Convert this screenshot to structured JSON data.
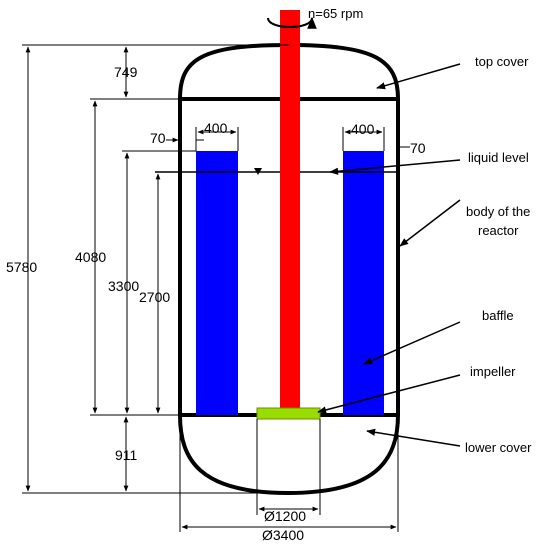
{
  "labels": {
    "speed": "n=65 rpm",
    "top_cover": "top cover",
    "liquid_level": "liquid level",
    "body_line1": "body of the",
    "body_line2": "reactor",
    "baffle": "baffle",
    "impeller": "impeller",
    "lower_cover": "lower cover"
  },
  "dimensions": {
    "total_height": "5780",
    "top_cover_height": "749",
    "body_height": "4080",
    "baffle_height": "3300",
    "liquid_height": "2700",
    "lower_cover_height": "911",
    "baffle_width_left": "400",
    "baffle_width_right": "400",
    "baffle_gap_left": "70",
    "baffle_gap_right": "70",
    "impeller_diameter": "Ø1200",
    "vessel_diameter": "Ø3400"
  },
  "colors": {
    "shaft": "#ff0000",
    "baffle": "#0000ff",
    "impeller": "#99dd00",
    "outline": "#000000"
  }
}
